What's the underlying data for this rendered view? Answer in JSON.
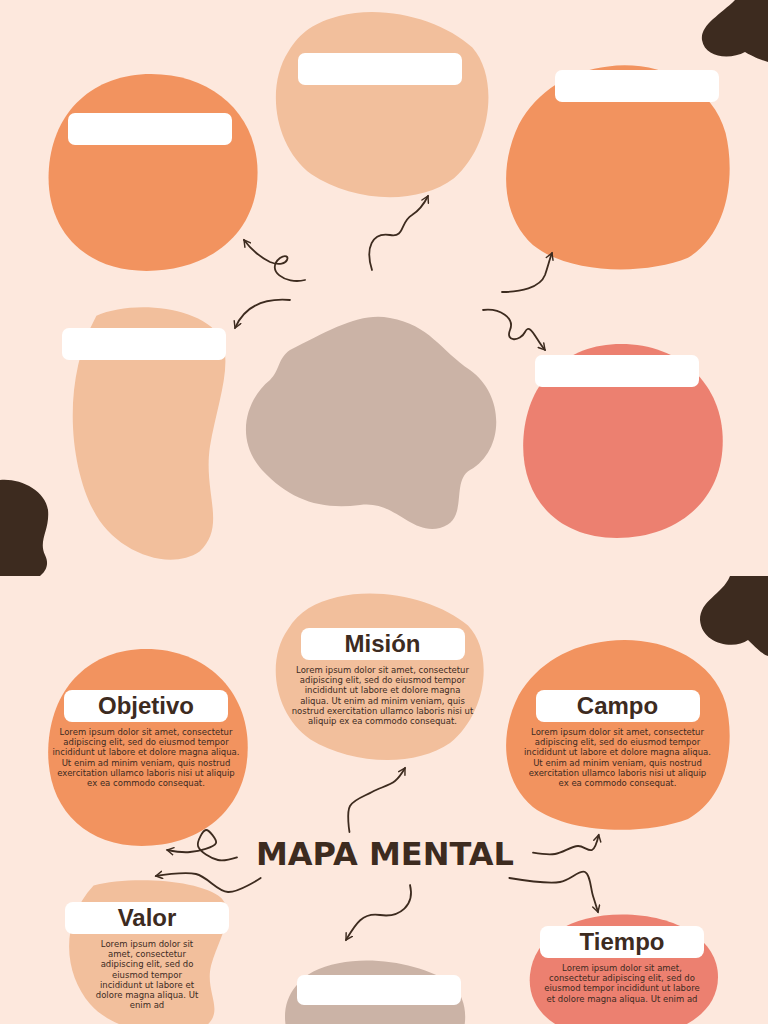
{
  "diagram": {
    "nodes": [
      {
        "text": [
          "Misión",
          "Lorem ipsum dolor sit amet, consectetur adipiscing elit, sed do eiusmod tempor incididunt ut labore et dolore magna aliqua. Ut enim ad minim veniam, quis nostrud exercitation ullamco laboris nisi ut aliquip ex ea commodo consequat."
        ]
      },
      {
        "text": [
          "Objetivo",
          "Lorem ipsum dolor sit amet, consectetur adipiscing elit, sed do eiusmod tempor incididunt ut labore et dolore magna aliqua. Ut enim ad minim veniam, quis nostrud exercitation ullamco laboris nisi ut aliquip ex ea commodo consequat."
        ]
      },
      {
        "text": [
          "Campo",
          "Lorem ipsum dolor sit amet, consectetur adipiscing elit, sed do eiusmod tempor incididunt ut labore et dolore magna aliqua. Ut enim ad minim veniam, quis nostrud exercitation ullamco laboris nisi ut aliquip ex ea commodo consequat."
        ]
      },
      {
        "text": [
          "MAPA MENTAL"
        ]
      },
      {
        "text": [
          "Valor",
          "Lorem ipsum dolor sit amet, consectetur adipiscing elit, sed do eiusmod tempor incididunt ut labore et dolore magna aliqua. Ut enim ad"
        ]
      },
      {
        "text": [
          "Tiempo",
          "Lorem ipsum dolor sit amet, consectetur adipiscing elit, sed do eiusmod tempor incididunt ut labore et dolore magna aliqua. Ut enim ad"
        ]
      }
    ],
    "edges": [
      {
        "from": 3,
        "to": 0,
        "arrow": "to"
      },
      {
        "from": 3,
        "to": 1,
        "arrow": "to"
      },
      {
        "from": 3,
        "to": 2,
        "arrow": "to"
      },
      {
        "from": 3,
        "to": 4,
        "arrow": "to"
      },
      {
        "from": 3,
        "to": 5,
        "arrow": "to"
      }
    ]
  }
}
